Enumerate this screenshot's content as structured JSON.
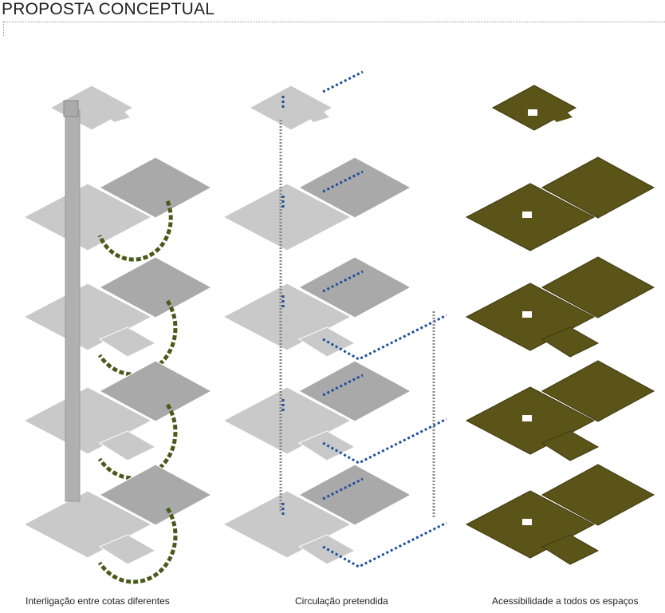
{
  "title": "PROPOSTA CONCEPTUAL",
  "panels": [
    {
      "caption": "Interligação entre cotas diferentes",
      "slab_color": "#c9c9c9",
      "slab_dark": "#a9a9a9",
      "link_color": "#4a5a1a"
    },
    {
      "caption": "Circulação pretendida",
      "slab_color": "#c9c9c9",
      "slab_dark": "#a9a9a9",
      "link_color": "#1f4e9a"
    },
    {
      "caption": "Acessibilidade a todos os espaços",
      "slab_color": "#5b5418",
      "slab_dark": "#5b5418",
      "link_color": "#5b5418"
    }
  ],
  "levels": 5
}
